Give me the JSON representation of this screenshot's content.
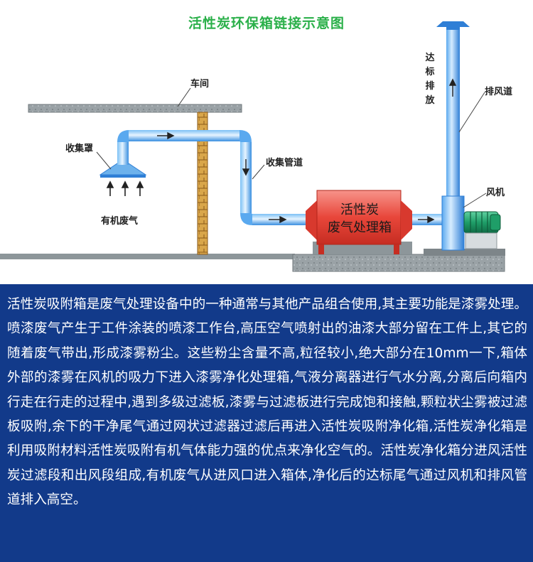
{
  "title": "活性炭环保箱链接示意图",
  "labels": {
    "workshop": "车间",
    "hood": "收集罩",
    "organic_gas": "有机废气",
    "pipe": "收集管道",
    "box_line1": "活性炭",
    "box_line2": "废气处理箱",
    "exhaust_duct": "排风道",
    "fan": "风机",
    "emission": "达标排放"
  },
  "description": "活性炭吸附箱是废气处理设备中的一种通常与其他产品组合使用,其主要功能是漆雾处理。喷漆废气产生于工件涂装的喷漆工作台,高压空气喷射出的油漆大部分留在工件上,其它的随着废气带出,形成漆雾粉尘。这些粉尘含量不高,粒径较小,绝大部分在10mm一下,箱体外部的漆雾在风机的吸力下进入漆雾净化处理箱,气液分离器进行气水分离,分离后向箱内行走在行走的过程中,遇到多级过滤板,漆雾与过滤板进行完成饱和接触,颗粒状尘雾被过滤板吸附,余下的干净尾气通过网状过滤器过滤后再进入活性炭吸附净化箱,活性炭净化箱是利用吸附材料活性炭吸附有机气体能力强的优点来净化空气的。活性炭净化箱分进风活性炭过滤段和出风段组成,有机废气从进风口进入箱体,净化后的达标尾气通过风机和排风管道排入高空。",
  "colors": {
    "title": "#2bb04a",
    "duct": "#3f8fe0",
    "box": "#e8463a",
    "description_bg": "#123a8a"
  }
}
